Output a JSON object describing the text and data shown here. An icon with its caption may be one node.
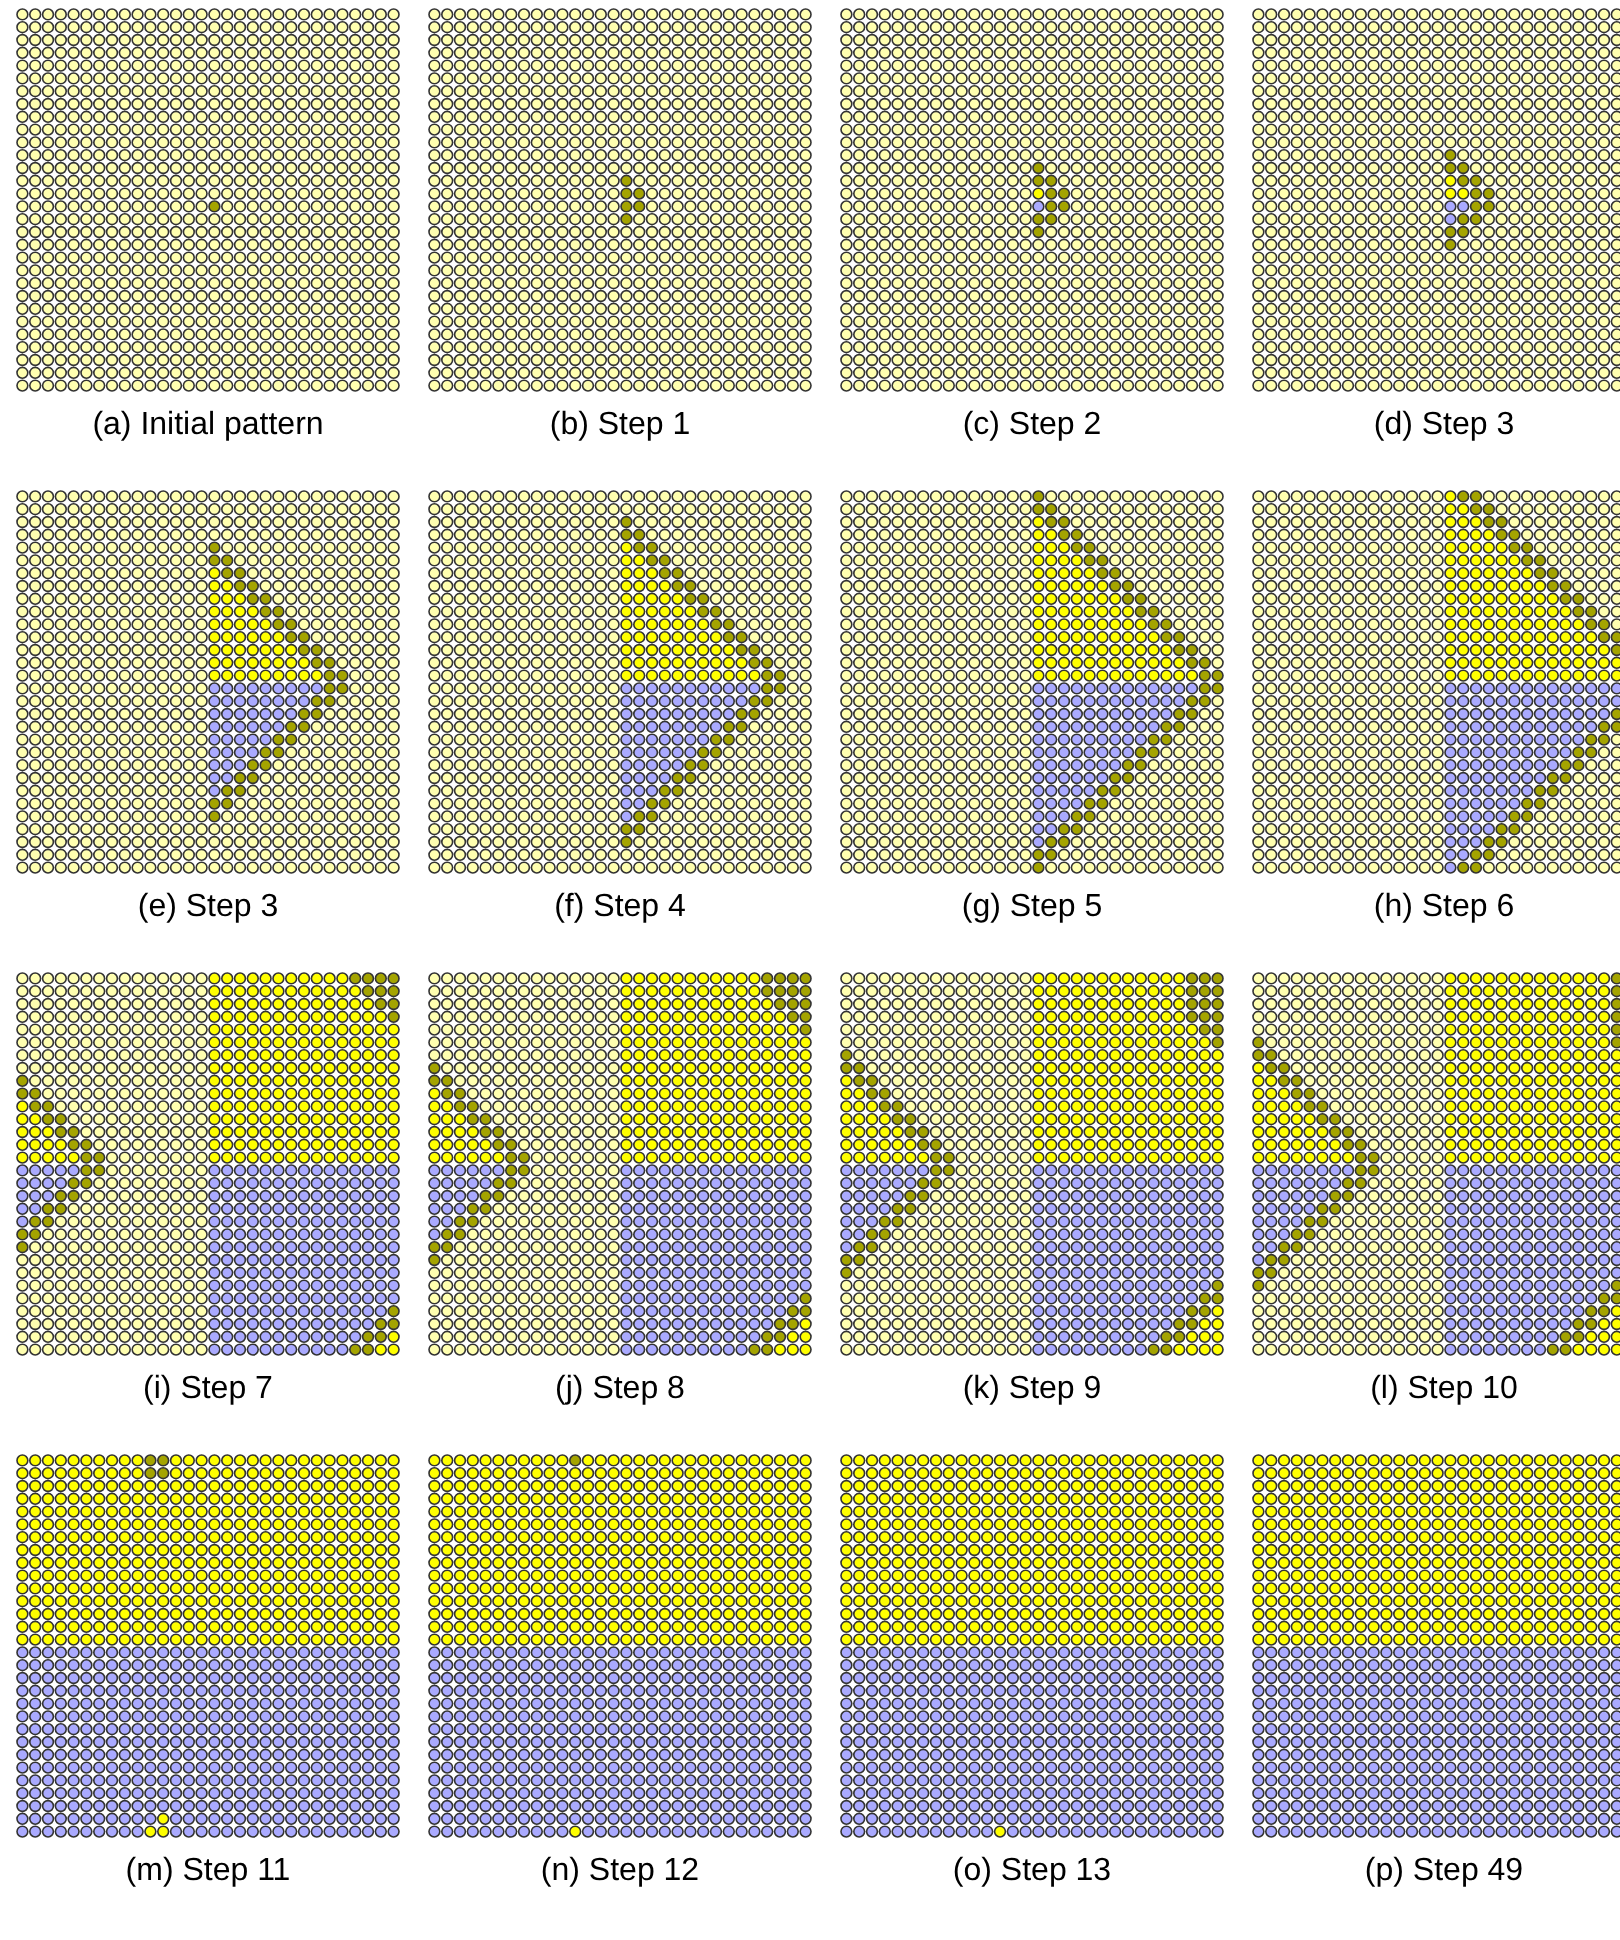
{
  "diagram": {
    "labels": [
      "(a) Initial pattern",
      "(b) Step 1",
      "(c) Step 2",
      "(d) Step 3",
      "(e) Step 3",
      "(f) Step 4",
      "(g) Step 5",
      "(h) Step 6",
      "(i) Step 7",
      "(j) Step 8",
      "(k) Step 9",
      "(l) Step 10",
      "(m) Step 11",
      "(n) Step 12",
      "(o) Step 13",
      "(p) Step 49"
    ]
  }
}
